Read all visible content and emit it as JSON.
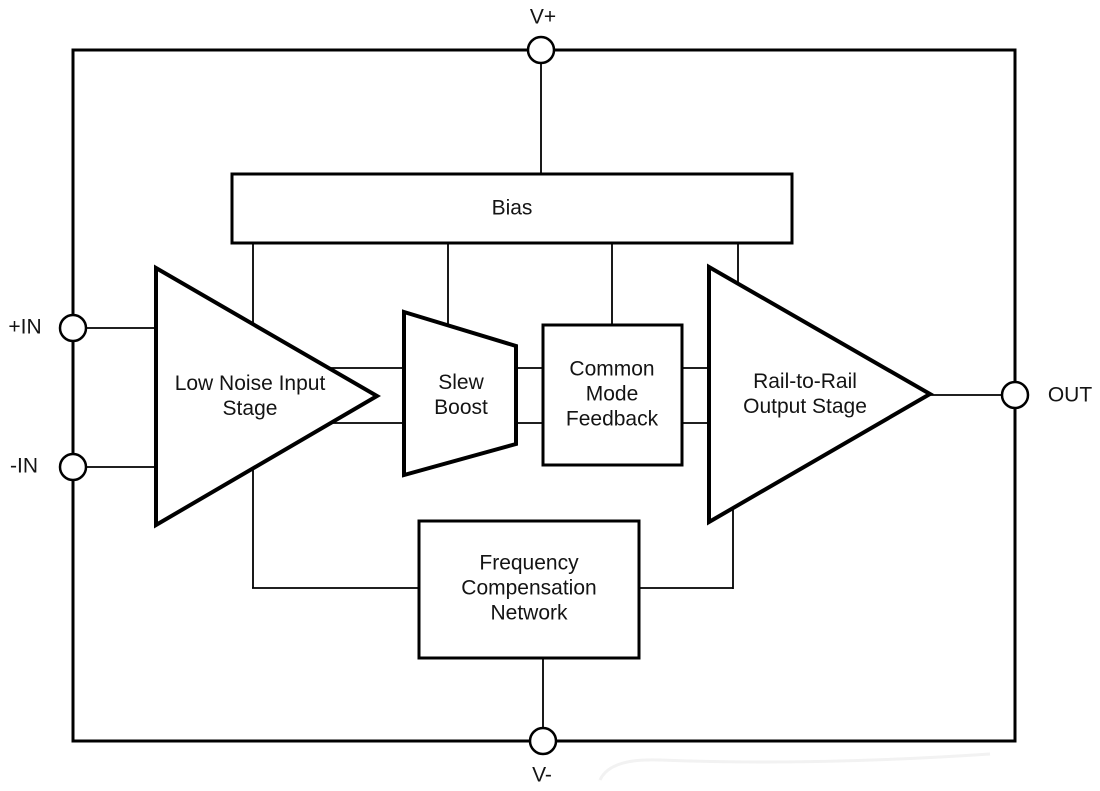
{
  "diagram": {
    "type": "op-amp-functional-block-diagram",
    "colors": {
      "background": "#ffffff",
      "line": "#000000",
      "text": "#141414"
    },
    "terminals": {
      "v_plus": "V+",
      "v_minus": "V-",
      "in_positive": "+IN",
      "in_negative": "-IN",
      "output": "OUT"
    },
    "blocks": {
      "bias": "Bias",
      "input_stage": "Low Noise Input\nStage",
      "slew_boost": "Slew\nBoost",
      "common_mode_feedback": "Common\nMode\nFeedback",
      "output_stage": "Rail-to-Rail\nOutput Stage",
      "frequency_compensation": "Frequency\nCompensation\nNetwork"
    }
  }
}
